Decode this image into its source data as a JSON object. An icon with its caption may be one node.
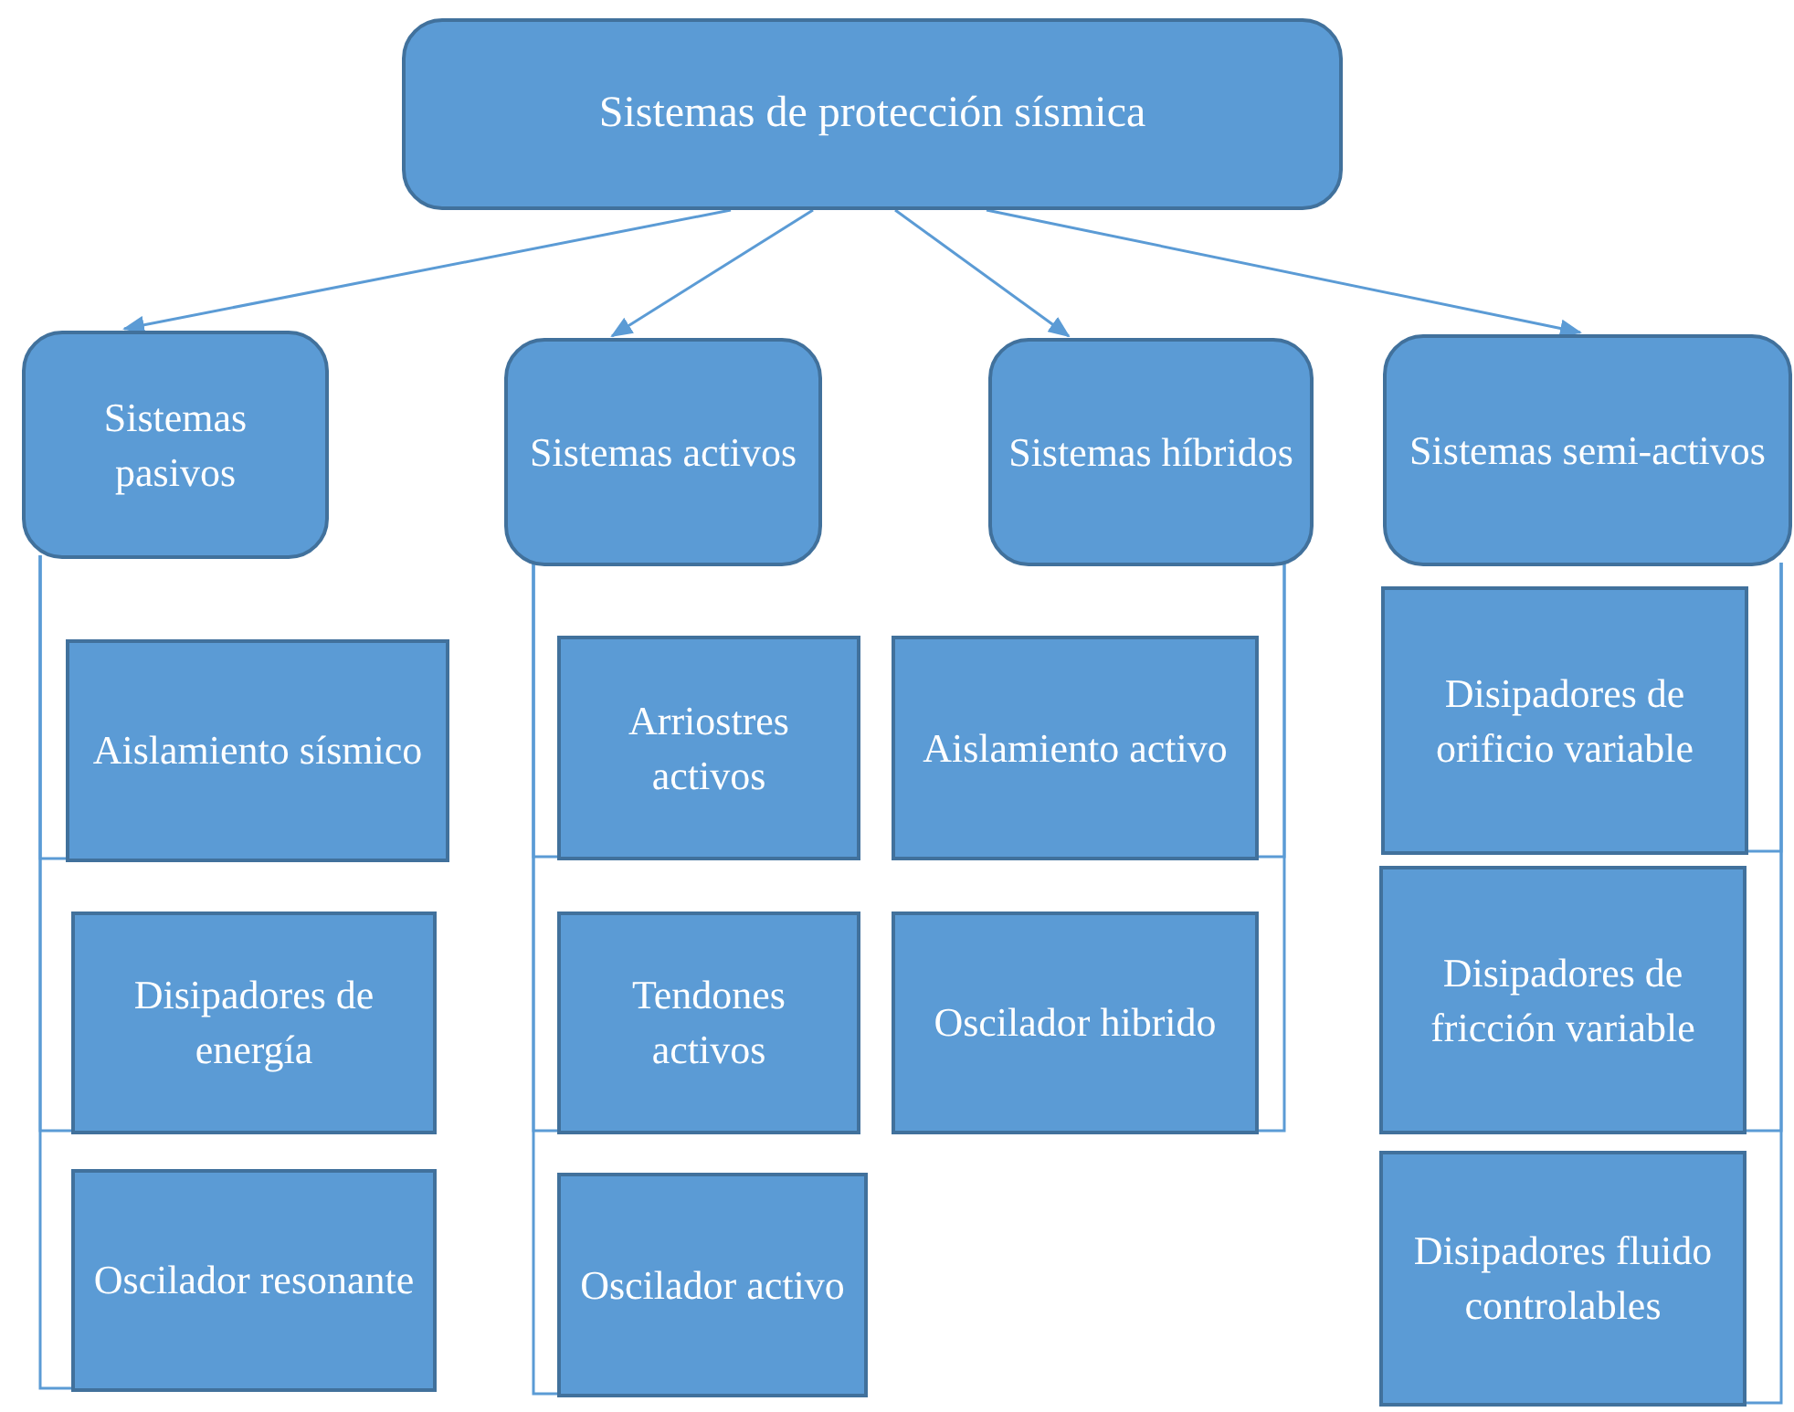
{
  "diagram": {
    "nodes": [
      {
        "text": [
          "Sistemas de protección sísmica"
        ]
      },
      {
        "text": [
          "Sistemas pasivos"
        ]
      },
      {
        "text": [
          "Sistemas activos"
        ]
      },
      {
        "text": [
          "Sistemas híbridos"
        ]
      },
      {
        "text": [
          "Sistemas semi-activos"
        ]
      },
      {
        "text": [
          "Aislamiento sísmico"
        ]
      },
      {
        "text": [
          "Disipadores de energía"
        ]
      },
      {
        "text": [
          "Oscilador resonante"
        ]
      },
      {
        "text": [
          "Arriostres activos"
        ]
      },
      {
        "text": [
          "Tendones activos"
        ]
      },
      {
        "text": [
          "Oscilador activo"
        ]
      },
      {
        "text": [
          "Aislamiento activo"
        ]
      },
      {
        "text": [
          "Oscilador hibrido"
        ]
      },
      {
        "text": [
          "Disipadores de orificio variable"
        ]
      },
      {
        "text": [
          "Disipadores de fricción variable"
        ]
      },
      {
        "text": [
          "Disipadores fluido controlables"
        ]
      }
    ],
    "edges": [
      {
        "from": 0,
        "to": 1,
        "arrow": "to"
      },
      {
        "from": 0,
        "to": 2,
        "arrow": "to"
      },
      {
        "from": 0,
        "to": 3,
        "arrow": "to"
      },
      {
        "from": 0,
        "to": 4,
        "arrow": "to"
      },
      {
        "from": 1,
        "to": 5,
        "arrow": "none"
      },
      {
        "from": 1,
        "to": 6,
        "arrow": "none"
      },
      {
        "from": 1,
        "to": 7,
        "arrow": "none"
      },
      {
        "from": 2,
        "to": 8,
        "arrow": "none"
      },
      {
        "from": 2,
        "to": 9,
        "arrow": "none"
      },
      {
        "from": 2,
        "to": 10,
        "arrow": "none"
      },
      {
        "from": 3,
        "to": 11,
        "arrow": "none"
      },
      {
        "from": 3,
        "to": 12,
        "arrow": "none"
      },
      {
        "from": 4,
        "to": 13,
        "arrow": "none"
      },
      {
        "from": 4,
        "to": 14,
        "arrow": "none"
      },
      {
        "from": 4,
        "to": 15,
        "arrow": "none"
      }
    ]
  }
}
